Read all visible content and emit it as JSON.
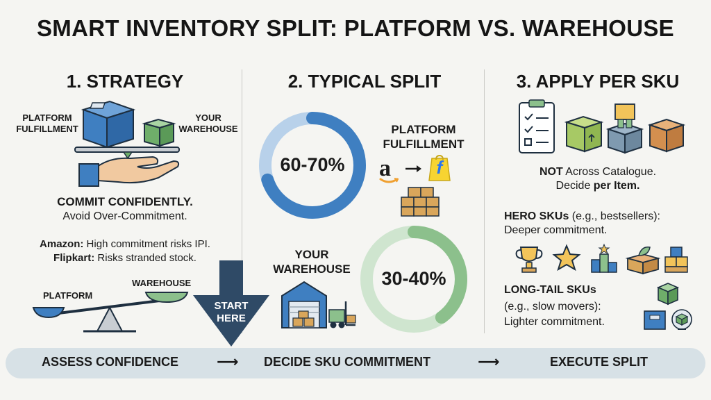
{
  "title": "SMART INVENTORY SPLIT: PLATFORM VS. WAREHOUSE",
  "colors": {
    "platform_blue": "#3f7fc1",
    "warehouse_green": "#8cc08c",
    "box_tan": "#d9a65b",
    "arrow_navy": "#2f4a66",
    "bar_bg": "#d7e1e6"
  },
  "col1": {
    "heading": "1. STRATEGY",
    "platform_fulfillment": [
      "PLATFORM",
      "FULFILLMENT"
    ],
    "your_warehouse": [
      "YOUR",
      "WAREHOUSE"
    ],
    "commit_title": "COMMIT CONFIDENTLY.",
    "commit_sub": "Avoid Over-Commitment.",
    "amazon_label": "Amazon:",
    "amazon_text": " High commitment risks IPI.",
    "flipkart_label": "Flipkart:",
    "flipkart_text": " Risks stranded stock.",
    "scale_platform": "PLATFORM",
    "scale_warehouse": "WAREHOUSE",
    "start_here": [
      "START",
      "HERE"
    ]
  },
  "col2": {
    "heading": "2. TYPICAL SPLIT",
    "platform_pct": "60-70%",
    "platform_label": [
      "PLATFORM",
      "FULFILLMENT"
    ],
    "warehouse_pct": "30-40%",
    "warehouse_label": [
      "YOUR",
      "WAREHOUSE"
    ],
    "amazon_logo": "a",
    "flipkart_logo": "f"
  },
  "col3": {
    "heading": "3. APPLY PER SKU",
    "not_prefix": "NOT",
    "not_text": " Across Catalogue.",
    "decide_text": "Decide ",
    "decide_bold": "per Item.",
    "hero_label": "HERO SKUs",
    "hero_text": " (e.g., bestsellers):",
    "hero_sub": "Deeper commitment.",
    "long_label": "LONG-TAIL SKUs",
    "long_text1": "(e.g., slow movers):",
    "long_text2": "Lighter commitment."
  },
  "flow": {
    "step1": "ASSESS CONFIDENCE",
    "step2": "DECIDE SKU COMMITMENT",
    "step3": "EXECUTE SPLIT",
    "arrow": "⟶"
  }
}
